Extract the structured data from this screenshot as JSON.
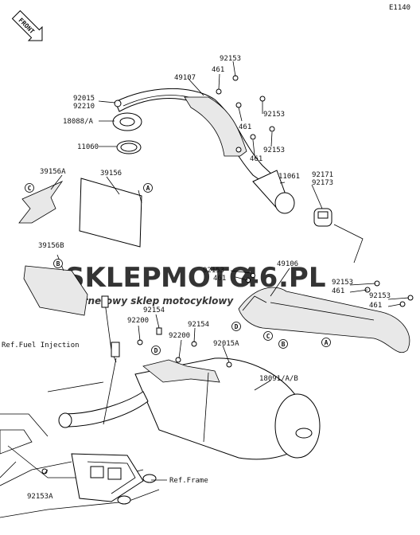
{
  "diagram_id": "E1140",
  "front_label": "FRONT",
  "watermark": {
    "brand_part1": "SKLEP",
    "brand_part2": "MOTO",
    "brand_part3": "46",
    "brand_part4": ".PL",
    "tagline": "internetowy sklep motocyklowy",
    "brand_colors": {
      "primary": "#c9c9c9",
      "accent": "#f3b0b0"
    }
  },
  "part_labels": {
    "p92153_top": "92153",
    "p461_top": "461",
    "p49107": "49107",
    "p92015": "92015",
    "p92210": "92210",
    "p18088": "18088/A",
    "p92153_mid1": "92153",
    "p461_mid1": "461",
    "p92153_mid2": "92153",
    "p461_mid2": "461",
    "p11060": "11060",
    "p11061": "11061",
    "p92171": "92171",
    "p92173": "92173",
    "p39156A": "39156A",
    "p39156": "39156",
    "p39156B": "39156B",
    "p92153_heat": "92153",
    "p461_heat": "461",
    "p49106": "49106",
    "p92153_right1": "92153",
    "p461_right1": "461",
    "p92153_right2": "92153",
    "p461_right2": "461",
    "p92154_a": "92154",
    "p92200_a": "92200",
    "p92154_b": "92154",
    "p92200_b": "92200",
    "p92015A": "92015A",
    "p18091": "18091/A/B",
    "p92153A": "92153A"
  },
  "references": {
    "fuel_injection": "Ref.Fuel Injection",
    "frame": "Ref.Frame"
  },
  "callouts": {
    "A": "A",
    "B": "B",
    "C": "C",
    "D": "D"
  }
}
